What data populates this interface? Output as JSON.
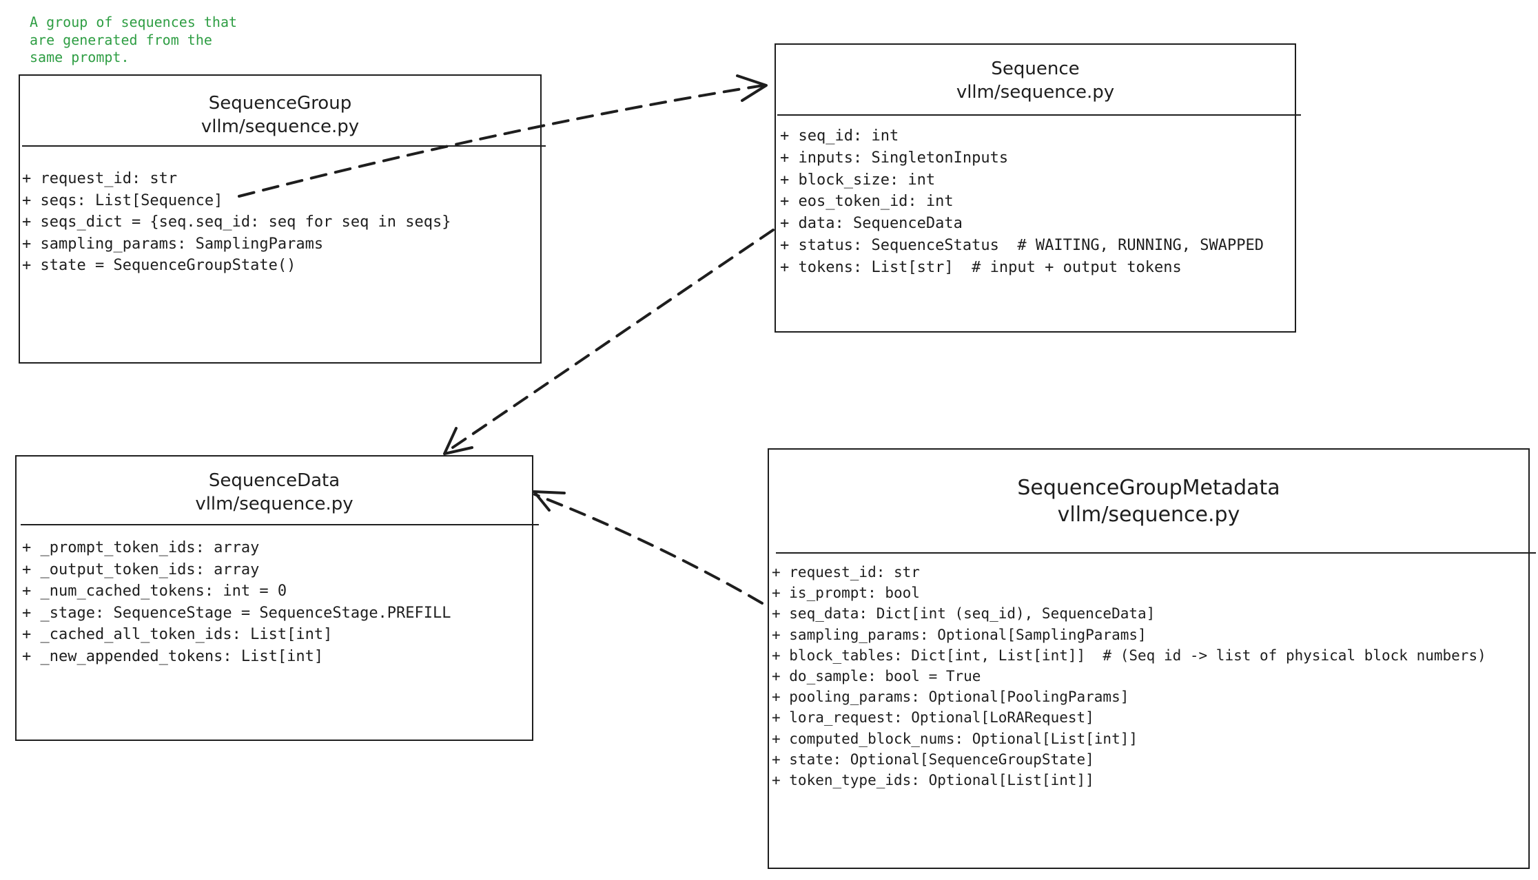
{
  "note": "A group of sequences that\nare generated from the\nsame prompt.",
  "colors": {
    "stroke": "#1e1e1e",
    "note": "#2f9e44",
    "background": "#ffffff"
  },
  "sequence_group": {
    "name": "SequenceGroup",
    "path": "vllm/sequence.py",
    "fields": [
      "+ request_id: str",
      "+ seqs: List[Sequence]",
      "+ seqs_dict = {seq.seq_id: seq for seq in seqs}",
      "+ sampling_params: SamplingParams",
      "+ state = SequenceGroupState()"
    ]
  },
  "sequence": {
    "name": "Sequence",
    "path": "vllm/sequence.py",
    "fields": [
      "+ seq_id: int",
      "+ inputs: SingletonInputs",
      "+ block_size: int",
      "+ eos_token_id: int",
      "+ data: SequenceData",
      "+ status: SequenceStatus  # WAITING, RUNNING, SWAPPED",
      "+ tokens: List[str]  # input + output tokens"
    ]
  },
  "sequence_data": {
    "name": "SequenceData",
    "path": "vllm/sequence.py",
    "fields": [
      "+ _prompt_token_ids: array",
      "+ _output_token_ids: array",
      "+ _num_cached_tokens: int = 0",
      "+ _stage: SequenceStage = SequenceStage.PREFILL",
      "+ _cached_all_token_ids: List[int]",
      "+ _new_appended_tokens: List[int]"
    ]
  },
  "sequence_group_metadata": {
    "name": "SequenceGroupMetadata",
    "path": "vllm/sequence.py",
    "fields": [
      "+ request_id: str",
      "+ is_prompt: bool",
      "+ seq_data: Dict[int (seq_id), SequenceData]",
      "+ sampling_params: Optional[SamplingParams]",
      "+ block_tables: Dict[int, List[int]]  # (Seq id -> list of physical block numbers)",
      "+ do_sample: bool = True",
      "+ pooling_params: Optional[PoolingParams]",
      "+ lora_request: Optional[LoRARequest]",
      "+ computed_block_nums: Optional[List[int]]",
      "+ state: Optional[SequenceGroupState]",
      "+ token_type_ids: Optional[List[int]]"
    ]
  }
}
